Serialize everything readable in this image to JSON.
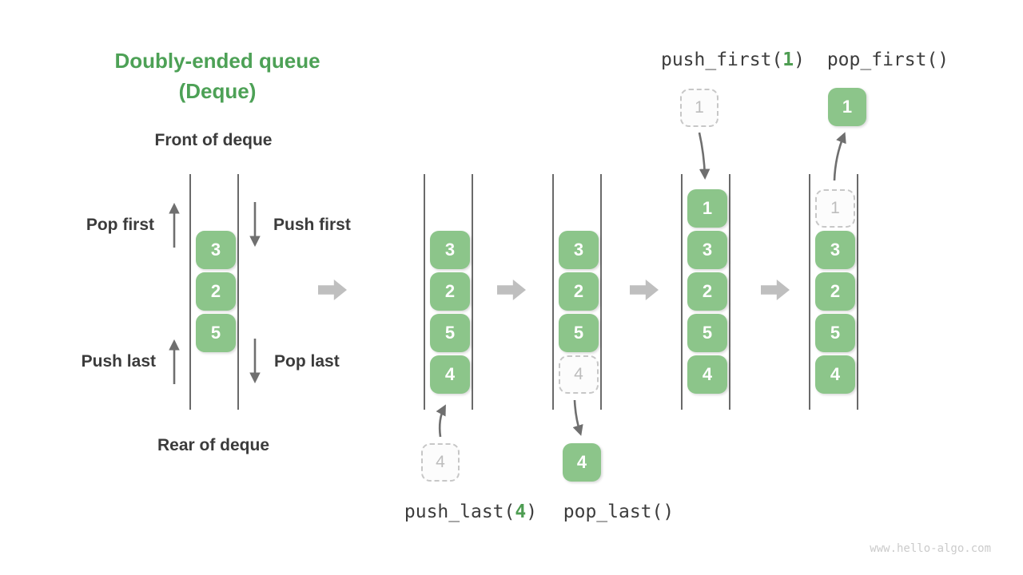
{
  "title": {
    "line1": "Doubly-ended queue",
    "line2": "(Deque)"
  },
  "side_labels": {
    "front": "Front of deque",
    "rear": "Rear of deque",
    "pop_first": "Pop first",
    "push_first": "Push first",
    "push_last": "Push last",
    "pop_last": "Pop last"
  },
  "code_labels": {
    "push_first": {
      "pre": "push_first(",
      "arg": "1",
      "post": ")"
    },
    "pop_first": "pop_first()",
    "push_last": {
      "pre": "push_last(",
      "arg": "4",
      "post": ")"
    },
    "pop_last": "pop_last()"
  },
  "queues": {
    "demo": {
      "cells": [
        "3",
        "2",
        "5"
      ]
    },
    "state1": {
      "cells": [
        "3",
        "2",
        "5",
        "4"
      ],
      "incoming": "4"
    },
    "state2": {
      "cells": [
        "3",
        "2",
        "5"
      ],
      "ghost": "4",
      "outgoing": "4"
    },
    "state3": {
      "cells": [
        "1",
        "3",
        "2",
        "5",
        "4"
      ],
      "incoming": "1"
    },
    "state4": {
      "cells": [
        "3",
        "2",
        "5",
        "4"
      ],
      "ghost": "1",
      "outgoing": "1"
    }
  },
  "watermark": "www.hello-algo.com",
  "colors": {
    "green_box": "#8CC58A",
    "green_title": "#4DA156",
    "green_code": "#4E9D52",
    "text_dark": "#3B3B3B",
    "code_text": "#3C3C3C",
    "rail": "#6A6A6A",
    "arrow": "#6F6F6F",
    "block_arrow": "#BFBFBF",
    "ghost_border": "#C7C7C7",
    "ghost_text": "#BDBDBD",
    "ghost_fill": "#FCFCFC",
    "watermark": "#CBCBCB"
  }
}
